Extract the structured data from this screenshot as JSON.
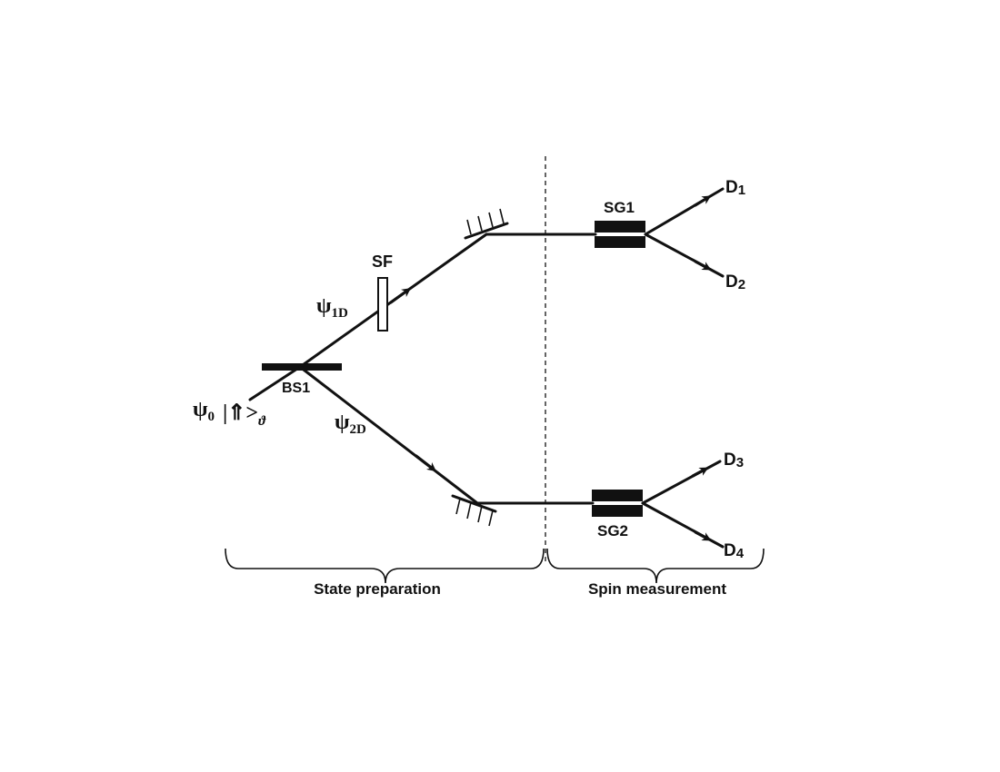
{
  "labels": {
    "sf": "SF",
    "bs1": "BS1",
    "sg1": "SG1",
    "sg2": "SG2",
    "psi_symbol": "ψ",
    "psi0_sub": "0",
    "psi1_sub": "1D",
    "psi2_sub": "2D",
    "ket": "|⇑>",
    "ket_sub": "ϑ",
    "d_letter": "D",
    "d1_sub": "1",
    "d2_sub": "2",
    "d3_sub": "3",
    "d4_sub": "4",
    "state_preparation": "State preparation",
    "spin_measurement": "Spin measurement"
  }
}
